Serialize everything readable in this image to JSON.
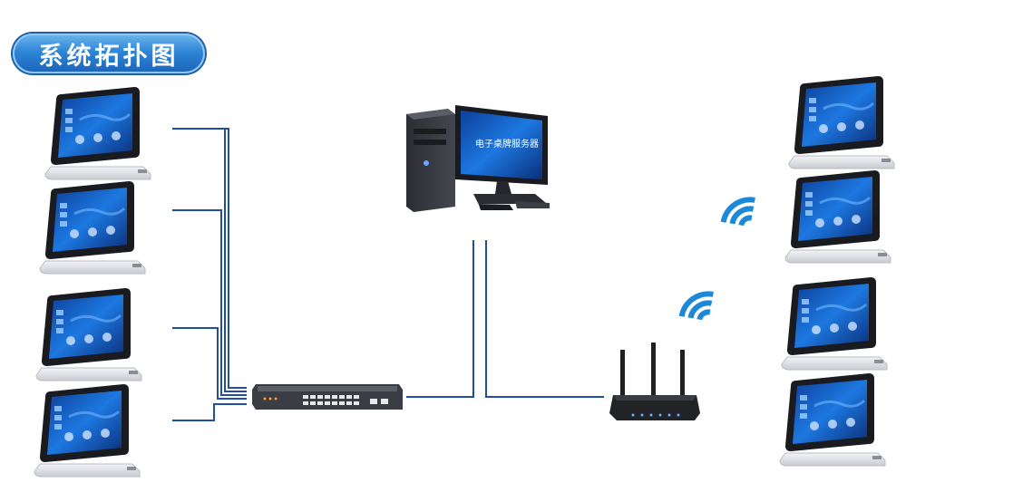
{
  "title": "系统拓扑图",
  "server_screen_text": "电子桌牌服务器",
  "colors": {
    "line": "#1f4f9e",
    "badge": "#2f86d6",
    "wifi": "#1e88d8",
    "screen": "#1d6fd6"
  },
  "devices": {
    "left_tablets": 4,
    "right_tablets": 4
  }
}
